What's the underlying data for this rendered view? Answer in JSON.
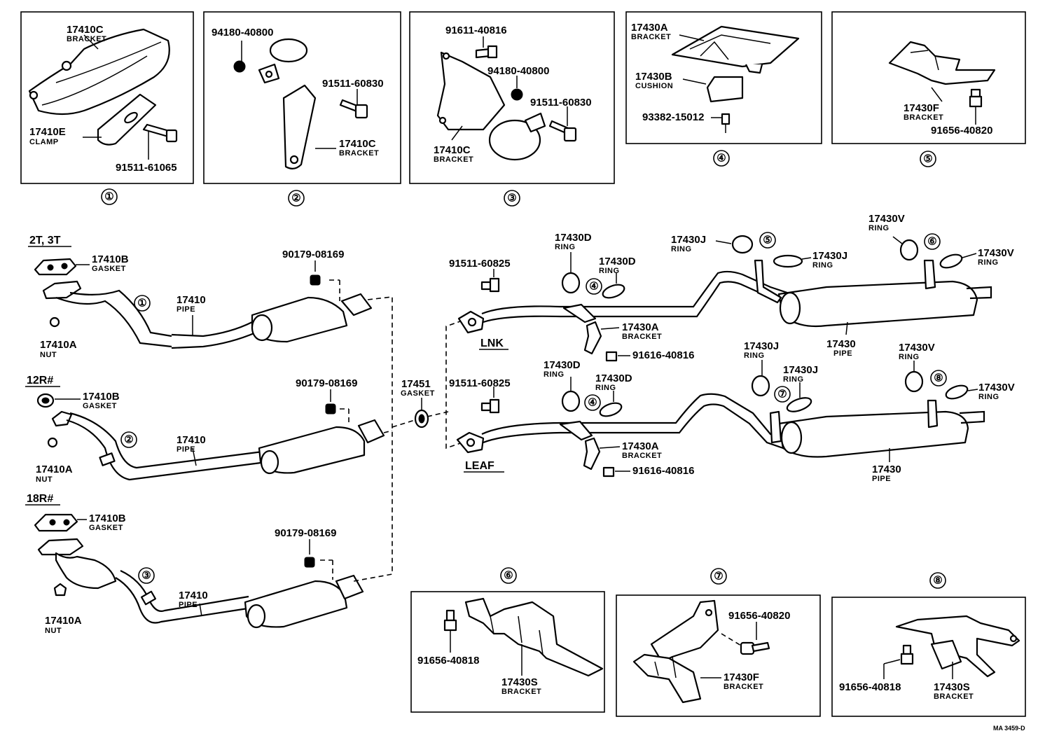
{
  "insets": {
    "1": {
      "number": "①",
      "bracket_pn": "17410C",
      "bracket_nm": "BRACKET",
      "clamp_pn": "17410E",
      "clamp_nm": "CLAMP",
      "bolt_pn": "91511-61065"
    },
    "2": {
      "number": "②",
      "nut_pn": "94180-40800",
      "bolt_pn": "91511-60830",
      "bracket_pn": "17410C",
      "bracket_nm": "BRACKET"
    },
    "3": {
      "number": "③",
      "bolt1_pn": "91611-40816",
      "nut_pn": "94180-40800",
      "bolt2_pn": "91511-60830",
      "bracket_pn": "17410C",
      "bracket_nm": "BRACKET"
    },
    "4": {
      "number": "④",
      "bracket_pn": "17430A",
      "bracket_nm": "BRACKET",
      "cushion_pn": "17430B",
      "cushion_nm": "CUSHION",
      "screw_pn": "93382-15012"
    },
    "5": {
      "number": "⑤",
      "bracket_pn": "17430F",
      "bracket_nm": "BRACKET",
      "bolt_pn": "91656-40820"
    },
    "6": {
      "number": "⑥",
      "bolt_pn": "91656-40818",
      "bracket_pn": "17430S",
      "bracket_nm": "BRACKET"
    },
    "7": {
      "number": "⑦",
      "bolt_pn": "91656-40820",
      "bracket_pn": "17430F",
      "bracket_nm": "BRACKET"
    },
    "8": {
      "number": "⑧",
      "bolt_pn": "91656-40818",
      "bracket_pn": "17430S",
      "bracket_nm": "BRACKET"
    }
  },
  "front": {
    "v1": {
      "heading": "2T, 3T",
      "gasket_pn": "17410B",
      "gasket_nm": "GASKET",
      "pipe_pn": "17410",
      "pipe_nm": "PIPE",
      "nut_pn": "17410A",
      "nut_nm": "NUT",
      "bolt_pn": "90179-08169",
      "ref": "①"
    },
    "v2": {
      "heading": "12R#",
      "gasket_pn": "17410B",
      "gasket_nm": "GASKET",
      "pipe_pn": "17410",
      "pipe_nm": "PIPE",
      "nut_pn": "17410A",
      "nut_nm": "NUT",
      "bolt_pn": "90179-08169",
      "ref": "②"
    },
    "v3": {
      "heading": "18R#",
      "gasket_pn": "17410B",
      "gasket_nm": "GASKET",
      "pipe_pn": "17410",
      "pipe_nm": "PIPE",
      "nut_pn": "17410A",
      "nut_nm": "NUT",
      "bolt_pn": "90179-08169",
      "ref": "③"
    },
    "gasket451_pn": "17451",
    "gasket451_nm": "GASKET"
  },
  "rear": {
    "lnk": {
      "label": "LNK",
      "bolt_pn": "91511-60825",
      "ring_d_pn": "17430D",
      "ring_d_nm": "RING",
      "ring_d2_pn": "17430D",
      "ring_d2_nm": "RING",
      "ring_j1_pn": "17430J",
      "ring_j1_nm": "RING",
      "ring_j2_pn": "17430J",
      "ring_j2_nm": "RING",
      "ring_v1_pn": "17430V",
      "ring_v1_nm": "RING",
      "ring_v2_pn": "17430V",
      "ring_v2_nm": "RING",
      "bracket_pn": "17430A",
      "bracket_nm": "BRACKET",
      "bolt2_pn": "91616-40816",
      "pipe_pn": "17430",
      "pipe_nm": "PIPE",
      "ref_a": "④",
      "ref_b": "⑤",
      "ref_c": "⑥"
    },
    "leaf": {
      "label": "LEAF",
      "bolt_pn": "91511-60825",
      "ring_d_pn": "17430D",
      "ring_d_nm": "RING",
      "ring_d2_pn": "17430D",
      "ring_d2_nm": "RING",
      "ring_j1_pn": "17430J",
      "ring_j1_nm": "RING",
      "ring_j2_pn": "17430J",
      "ring_j2_nm": "RING",
      "ring_v1_pn": "17430V",
      "ring_v1_nm": "RING",
      "ring_v2_pn": "17430V",
      "ring_v2_nm": "RING",
      "bracket_pn": "17430A",
      "bracket_nm": "BRACKET",
      "bolt2_pn": "91616-40816",
      "pipe_pn": "17430",
      "pipe_nm": "PIPE",
      "ref_a": "④",
      "ref_b": "⑦",
      "ref_c": "⑧"
    }
  },
  "drawing_code": "MA 3459-D"
}
